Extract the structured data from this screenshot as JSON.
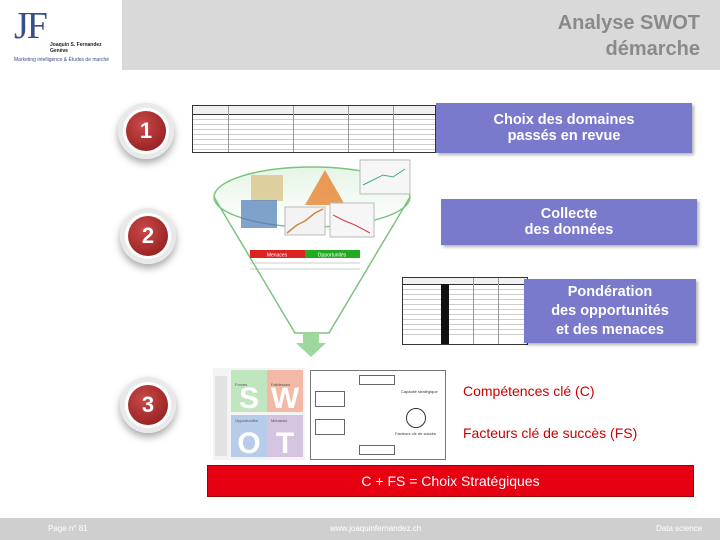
{
  "header": {
    "logo_initials": "JF",
    "logo_name_line1": "Joaquin S. Fernandez",
    "logo_name_line2": "Genève",
    "logo_tagline": "Marketing intelligence & Études de marché",
    "title_line1": "Analyse SWOT",
    "title_line2": "démarche"
  },
  "steps": [
    {
      "number": "1",
      "label": "Choix des domaines\npassés en revue"
    },
    {
      "number": "2",
      "label": "Collecte\ndes données"
    },
    {
      "number": "3",
      "label": "Pondération\ndes opportunités\net des menaces"
    }
  ],
  "swot_quadrants": {
    "strengths": "S",
    "weaknesses": "W",
    "opportunities": "O",
    "threats": "T",
    "forces_label": "Forces",
    "faiblesses_label": "Faiblesses",
    "opportunites_label": "Opportunités",
    "menaces_label": "Menaces"
  },
  "diagram_labels": {
    "menaces": "Menaces",
    "opportunites": "Opportunités",
    "capacite": "Capacité stratégique",
    "facteurs": "Facteurs clé de succès"
  },
  "key_points": {
    "competences": "Compétences clé (C)",
    "facteurs": "Facteurs clé de succès (FS)"
  },
  "result": "C + FS = Choix Stratégiques",
  "footer": {
    "page": "Page n° 81",
    "url": "www.joaquinfernandez.ch",
    "section": "Data science"
  },
  "colors": {
    "purple": "#7a7acd",
    "red": "#e60012",
    "title_grey": "#8a8a8a",
    "accent_green": "#7cc47c"
  }
}
